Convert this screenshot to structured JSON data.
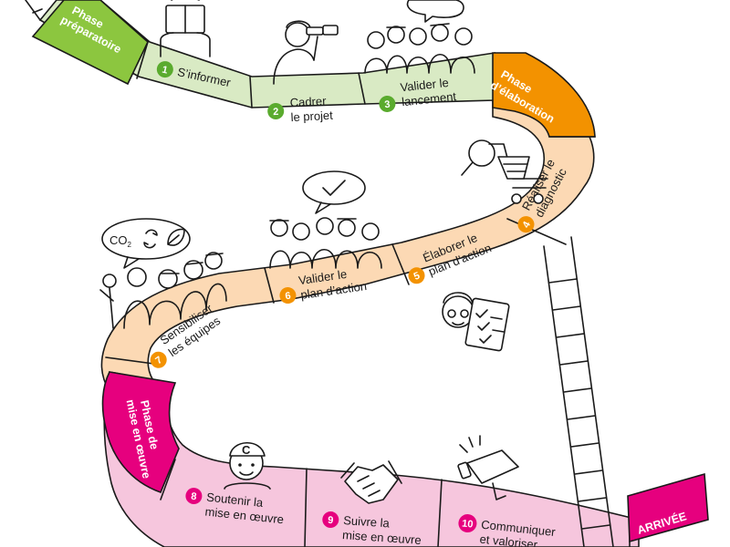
{
  "phases": {
    "preparatory": {
      "line1": "Phase",
      "line2": "préparatoire",
      "color": "#8cc63f"
    },
    "elaboration": {
      "line1": "Phase",
      "line2": "d’élaboration",
      "color": "#f39200"
    },
    "implementation": {
      "line1": "Phase de",
      "line2": "mise en œuvre",
      "color": "#e6007e"
    }
  },
  "arrival": {
    "label": "ARRIVÉE",
    "color": "#e6007e"
  },
  "steps": [
    {
      "number": "1",
      "line1": "S’informer",
      "line2": "",
      "badge_color": "#5aab2e"
    },
    {
      "number": "2",
      "line1": "Cadrer",
      "line2": "le projet",
      "badge_color": "#5aab2e"
    },
    {
      "number": "3",
      "line1": "Valider le",
      "line2": "lancement",
      "badge_color": "#5aab2e"
    },
    {
      "number": "4",
      "line1": "Réaliser le",
      "line2": "diagnostic",
      "badge_color": "#f39200"
    },
    {
      "number": "5",
      "line1": "Élaborer le",
      "line2": "plan d’action",
      "badge_color": "#f39200"
    },
    {
      "number": "6",
      "line1": "Valider le",
      "line2": "plan d’action",
      "badge_color": "#f39200"
    },
    {
      "number": "7",
      "line1": "Sensibiliser",
      "line2": "les équipes",
      "badge_color": "#f39200"
    },
    {
      "number": "8",
      "line1": "Soutenir la",
      "line2": "mise en œuvre",
      "badge_color": "#e6007e"
    },
    {
      "number": "9",
      "line1": "Suivre la",
      "line2": "mise en œuvre",
      "badge_color": "#e6007e"
    },
    {
      "number": "10",
      "line1": "Communiquer",
      "line2": "et valoriser",
      "badge_color": "#e6007e"
    }
  ],
  "icons": {
    "co2_text": "CO",
    "co2_sub": "2"
  },
  "colors": {
    "green_band": "#d9eac4",
    "orange_band": "#fcd9b4",
    "pink_band": "#f6c6dd",
    "outline": "#1a1a1a"
  }
}
